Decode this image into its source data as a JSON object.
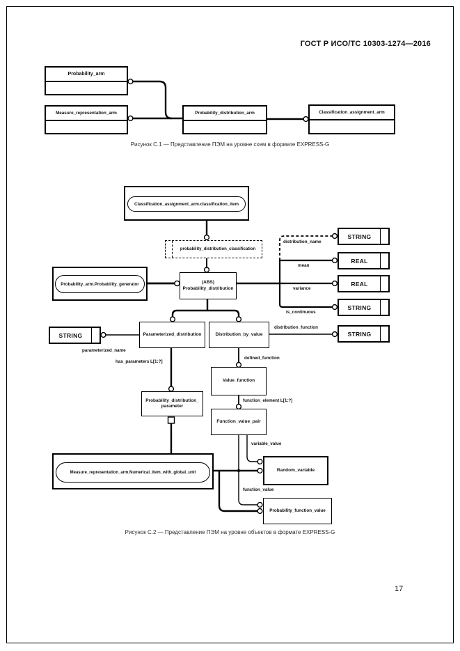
{
  "page": {
    "header": "ГОСТ Р ИСО/ТС 10303-1274—2016",
    "page_number": "17"
  },
  "figure_c1": {
    "caption": "Рисунок С.1 — Представление ПЭМ на уровне схем в формате EXPRESS-G",
    "schemas": {
      "probability_arm": "Probability_arm",
      "measure_representation_arm": "Measure_representation_arm",
      "probability_distribution_arm": "Probability_distribution_arm",
      "classification_assignment_arm": "Classification_assignment_arm"
    }
  },
  "figure_c2": {
    "caption": "Рисунок С.2 — Представление ПЭМ на уровне объектов в формате EXPRESS-G",
    "entities": {
      "classification_item": "Classification_assignment_arm.classification_item",
      "probability_distribution_classification": "probability_distribution_classification",
      "probability_generator": "Probability_arm.Probability_generator",
      "abs_tag": "(ABS)",
      "probability_distribution": "Probability_distribution",
      "parameterized_distribution": "Parameterized_distribution",
      "distribution_by_value": "Distribution_by_value",
      "value_function": "Value_function",
      "function_value_pair": "Function_value_pair",
      "probability_distribution_parameter_line1": "Probability_distribution_",
      "probability_distribution_parameter_line2": "parameter",
      "numerical_item": "Measure_representation_arm.Numerical_item_with_global_unit",
      "random_variable": "Random_variable",
      "probability_function_value": "Probability_function_value"
    },
    "types": {
      "string_distribution_name": "STRING",
      "real_mean": "REAL",
      "real_variance": "REAL",
      "string_is_continuous": "STRING",
      "string_parameterized_name": "STRING",
      "string_distribution_function": "STRING"
    },
    "attributes": {
      "distribution_name": "distribution_name",
      "mean": "mean",
      "variance": "variance",
      "is_continuous": "is_continuous",
      "parameterized_name": "parameterized_name",
      "has_parameters": "has_parameters L[1:?]",
      "defined_function": "defined_function",
      "distribution_function": "distribution_function",
      "function_element": "function_element L[1:?]",
      "variable_value": "variable_value",
      "function_value": "function_value"
    }
  }
}
